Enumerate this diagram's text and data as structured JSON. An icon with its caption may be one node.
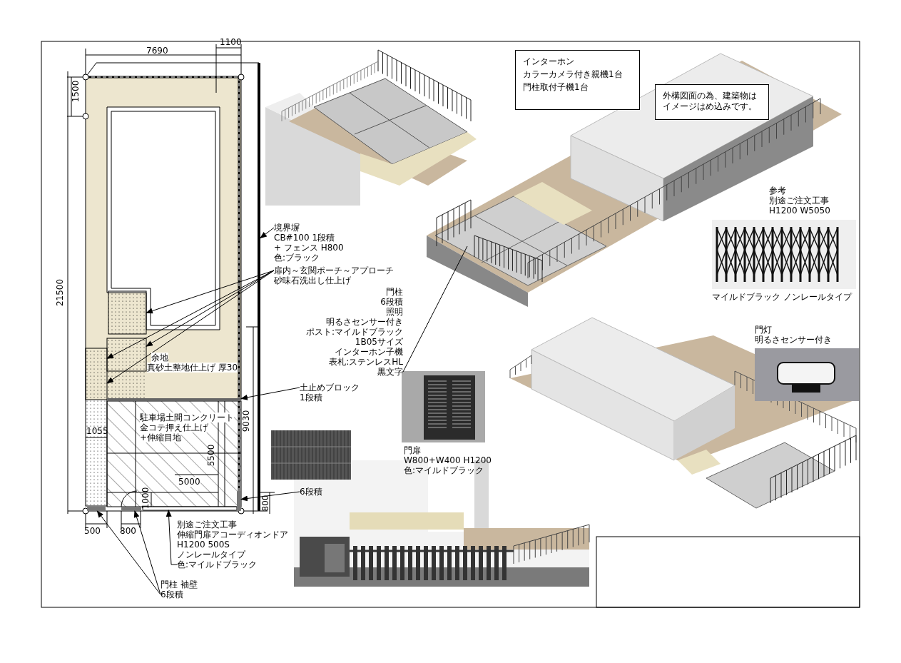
{
  "diagram": {
    "nodes": [
      {
        "text": [
          "境界塀",
          "CB#100 1段積",
          "+ フェンス H800",
          "色:ブラック"
        ]
      },
      {
        "text": [
          "扉内～玄関ポーチ～アプローチ",
          "砂味石洗出し仕上げ"
        ]
      },
      {
        "text": [
          "門柱",
          "6段積",
          "照明",
          "明るさセンサー付き",
          "ポスト:マイルドブラック",
          "1B05サイズ",
          "インターホン子機",
          "表札:ステンレスHL",
          "黒文字"
        ]
      },
      {
        "text": [
          "土止めブロック",
          "1段積"
        ]
      },
      {
        "text": [
          "6段積"
        ]
      },
      {
        "text": [
          "別途ご注文工事",
          "伸縮門扉アコーディオンドア",
          "H1200 500S",
          "ノンレールタイプ",
          "色:マイルドブラック"
        ]
      },
      {
        "text": [
          "門柱 袖壁",
          "6段積"
        ]
      },
      {
        "text": [
          "インターホン",
          "カラーカメラ付き親機1台",
          "門柱取付子機1台"
        ]
      },
      {
        "text": [
          "外構図面の為、建築物はイメージはめ込みです。"
        ]
      },
      {
        "text": [],
        "shape": "bar"
      },
      {
        "text": [],
        "shape": "box"
      },
      {
        "text": [],
        "shape": "box"
      },
      {
        "text": [],
        "shape": "box"
      },
      {
        "text": [],
        "shape": "bar"
      },
      {
        "text": [],
        "shape": "bar"
      },
      {
        "text": [],
        "shape": "bar"
      },
      {
        "text": [],
        "shape": "bar"
      },
      {
        "text": [],
        "shape": "bar"
      },
      {
        "text": [],
        "shape": "box"
      }
    ],
    "edges": [
      {
        "from": 0,
        "to": 9,
        "arrow": "to"
      },
      {
        "from": 1,
        "to": 10,
        "arrow": "to"
      },
      {
        "from": 1,
        "to": 11,
        "arrow": "to"
      },
      {
        "from": 1,
        "to": 12,
        "arrow": "to"
      },
      {
        "from": 1,
        "to": 12,
        "arrow": "to"
      },
      {
        "from": 2,
        "to": null,
        "arrow": "none"
      },
      {
        "from": 3,
        "to": 13,
        "arrow": "to"
      },
      {
        "from": 4,
        "to": 17,
        "arrow": "to"
      },
      {
        "from": 5,
        "to": 16,
        "arrow": "to"
      },
      {
        "from": 6,
        "to": 14,
        "arrow": "to"
      },
      {
        "from": 6,
        "to": 15,
        "arrow": "to"
      }
    ],
    "labels": [
      "7690",
      "1100",
      "1500",
      "21500",
      "余地",
      "真砂土整地仕上げ 厚30",
      "9030",
      "駐車場土間コンクリート",
      "金コテ押え仕上げ",
      "+伸縮目地",
      "1055",
      "5500",
      "5000",
      "1000",
      "800",
      "500",
      "800",
      "参考",
      "別途ご注文工事",
      "H1200 W5050",
      "マイルドブラック ノンレールタイプ",
      "門灯",
      "明るさセンサー付き",
      "門扉",
      "W800+W400 H1200",
      "色:マイルドブラック"
    ]
  }
}
